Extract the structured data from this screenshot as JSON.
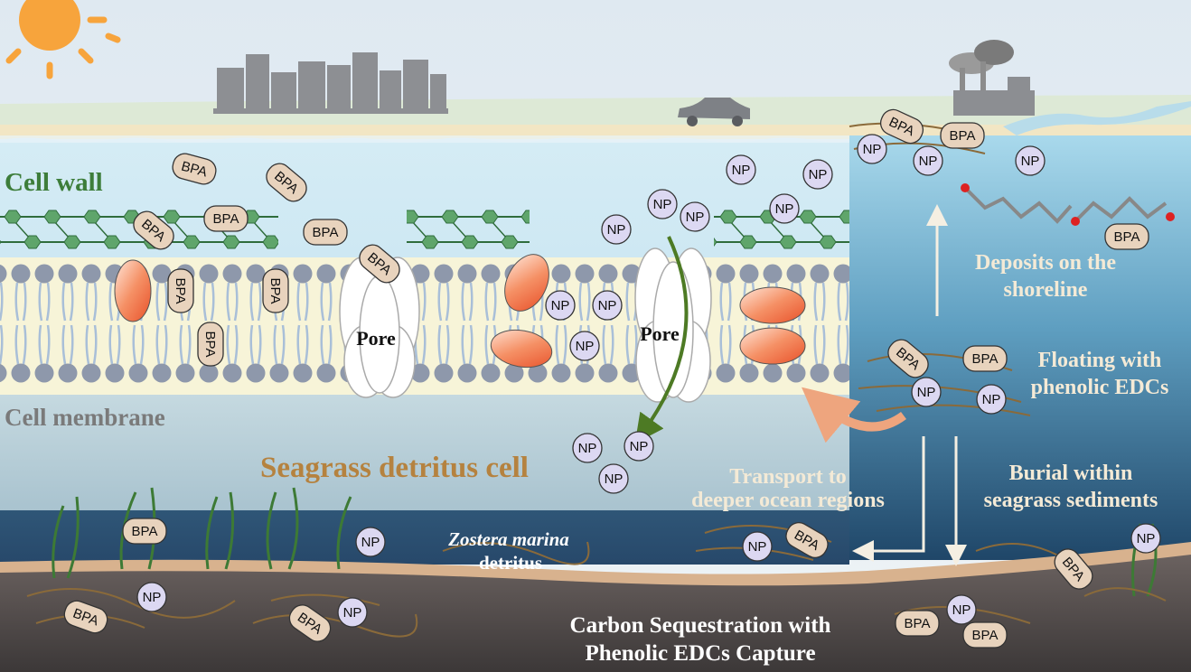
{
  "labels": {
    "cell_wall": "Cell wall",
    "cell_membrane": "Cell membrane",
    "seagrass_cell": "Seagrass detritus cell",
    "pore": "Pore",
    "bpa": "BPA",
    "np": "NP",
    "deposits_line1": "Deposits on the",
    "deposits_line2": "shoreline",
    "floating_line1": "Floating with",
    "floating_line2": "phenolic EDCs",
    "transport_line1": "Transport to",
    "transport_line2": "deeper ocean regions",
    "burial_line1": "Burial within",
    "burial_line2": "seagrass sediments",
    "zostera_line1": "Zostera marina",
    "zostera_line2": "detritus",
    "carbon_line1": "Carbon Sequestration with",
    "carbon_line2": "Phenolic EDCs Capture"
  },
  "colors": {
    "cell_wall_text": "#3d7d3a",
    "membrane_text": "#7a7a7a",
    "cell_text": "#b5823f",
    "bpa_fill": "#e8d3bd",
    "np_fill": "#dcd8f2",
    "sun": "#f7a43c"
  }
}
